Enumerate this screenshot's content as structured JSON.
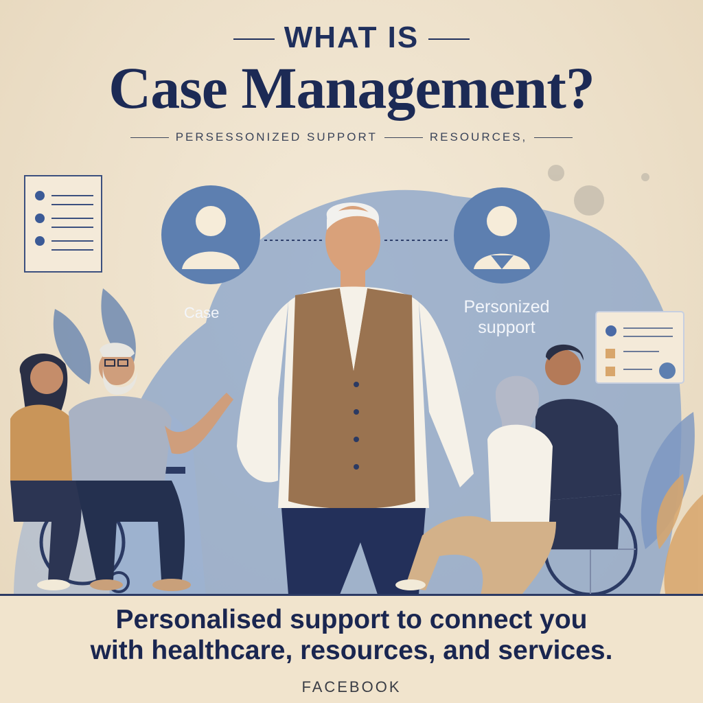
{
  "header": {
    "kicker": "WHAT IS",
    "title": "Case Management?",
    "subtitle_left": "PERSESSONIZED SUPPORT",
    "subtitle_right": "RESOURCES,"
  },
  "diagram": {
    "left_label": "Case",
    "right_label_line1": "Personized",
    "right_label_line2": "support"
  },
  "footer": {
    "tagline_line1": "Personalised support to connect you",
    "tagline_line2": "with healthcare, resources, and services.",
    "source": "FACEBOOK"
  },
  "colors": {
    "background": "#efe3cf",
    "navy": "#1c2a55",
    "blob_blue": "#7f9cc6",
    "circle_blue": "#5d7fb0",
    "vest_brown": "#9a7350"
  }
}
